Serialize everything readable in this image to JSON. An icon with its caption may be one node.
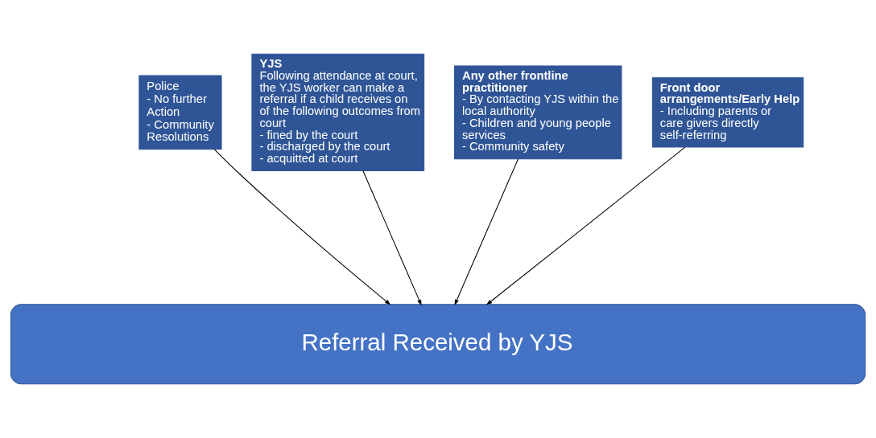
{
  "diagram": {
    "nodes": [
      {
        "text": [
          "Police",
          "- No further Action",
          "- Community Resolutions"
        ]
      },
      {
        "text": [
          "YJS",
          "Following attendance at court, the YJS worker can make a referral if a child receives on of the following outcomes from court",
          "- fined by the court",
          "- discharged by the court",
          "- acquitted at court"
        ]
      },
      {
        "text": [
          "Any other frontline practitioner",
          "- By contacting YJS within the local authority",
          "- Children and young people services",
          "- Community safety"
        ]
      },
      {
        "text": [
          "Front door arrangements/Early Help",
          "- Including parents or care givers directly self-referring"
        ]
      },
      {
        "text": [
          "Referral Received by YJS"
        ]
      }
    ],
    "edges": [
      {
        "from": 0,
        "to": 4,
        "arrow": "to"
      },
      {
        "from": 1,
        "to": 4,
        "arrow": "to"
      },
      {
        "from": 2,
        "to": 4,
        "arrow": "to"
      },
      {
        "from": 3,
        "to": 4,
        "arrow": "to"
      }
    ]
  }
}
